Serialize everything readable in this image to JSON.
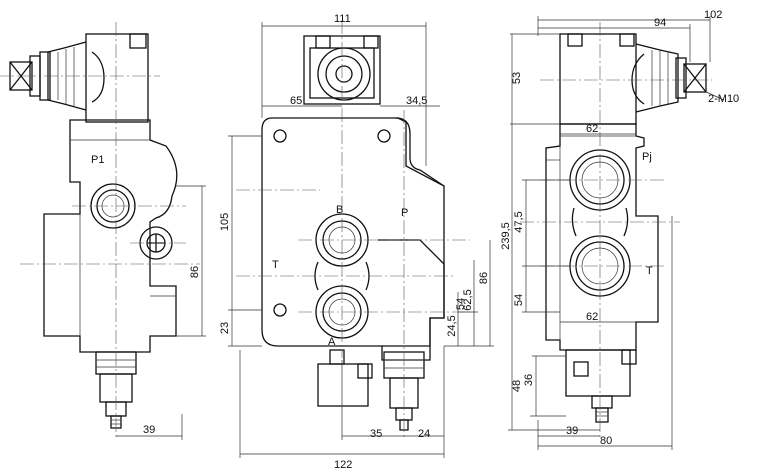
{
  "views": {
    "left": {
      "labels": {
        "p1": "P1"
      },
      "dims": {
        "d39": "39",
        "d86": "86"
      }
    },
    "middle": {
      "labels": {
        "b": "B",
        "p": "P",
        "t": "T",
        "a": "A"
      },
      "dims": {
        "d111": "111",
        "d65": "65",
        "d34_5": "34,5",
        "d105": "105",
        "d23": "23",
        "d86": "86",
        "d62_5": "62,5",
        "d54": "54",
        "d24_5": "24,5",
        "d122": "122",
        "d35": "35",
        "d24": "24"
      }
    },
    "right": {
      "labels": {
        "pj": "Pj",
        "t": "T"
      },
      "dims": {
        "d102": "102",
        "d94": "94",
        "d53": "53",
        "d2m10": "2-M10",
        "d62a": "62",
        "d239_5": "239,5",
        "d47_5": "47,5",
        "d54": "54",
        "d62b": "62",
        "d48": "48",
        "d36": "36",
        "d39": "39",
        "d80": "80"
      }
    }
  }
}
